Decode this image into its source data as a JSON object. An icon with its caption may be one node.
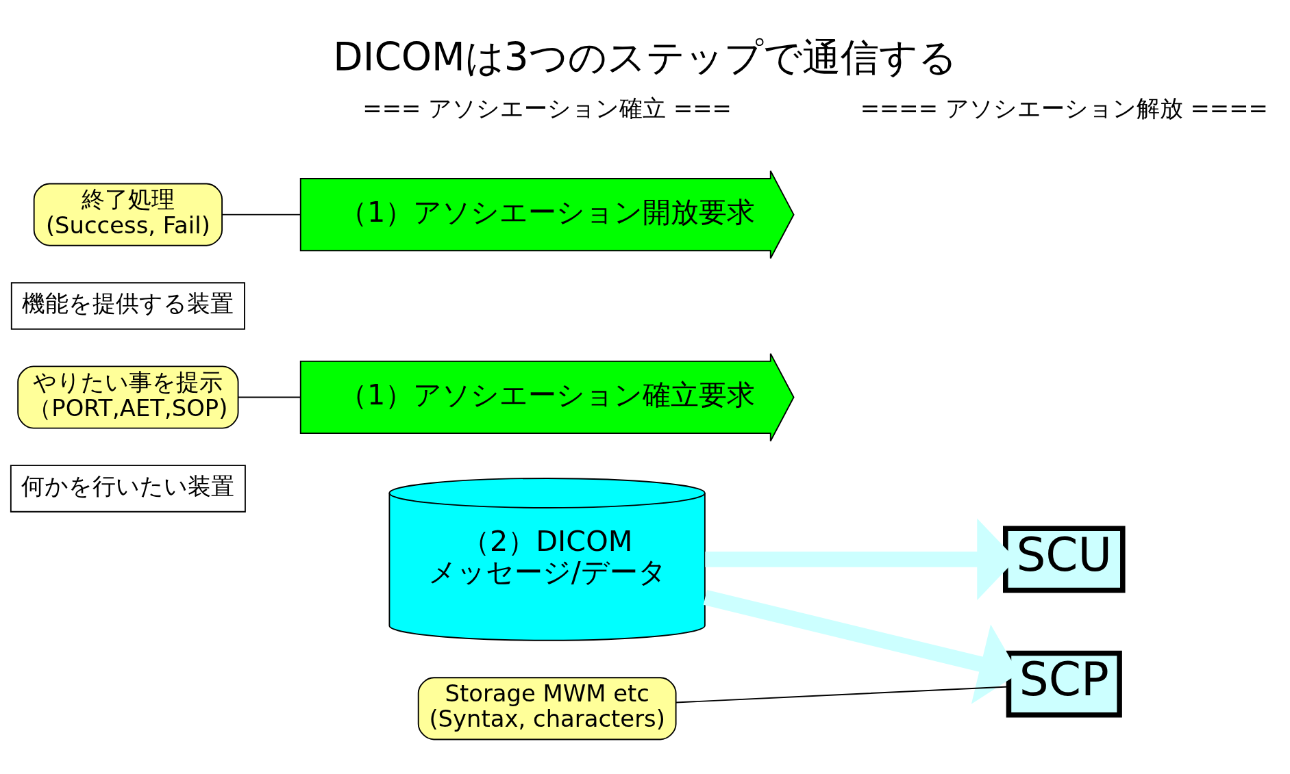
{
  "diagram": {
    "title": "DICOMは3つのステップで通信する",
    "nodes": [
      {
        "text": [
          "何かを行いたい装置"
        ]
      },
      {
        "text": [
          "SCU"
        ]
      },
      {
        "text": [
          "（1）アソシエーション確立要求"
        ]
      },
      {
        "text": [
          "やりたい事を提示",
          "（PORT,AET,SOP)"
        ]
      },
      {
        "text": [
          "（2）DICOM",
          "メッセージ/データ"
        ]
      },
      {
        "text": [
          "機能を提供する装置"
        ]
      },
      {
        "text": [
          "SCP"
        ]
      },
      {
        "text": [
          "（1）アソシエーション開放要求"
        ]
      },
      {
        "text": [
          "Storage MWM etc",
          "(Syntax, characters)"
        ]
      },
      {
        "text": [
          "終了処理",
          "(Success, Fail)"
        ]
      }
    ],
    "edges": [
      {
        "from": 4,
        "to": 1,
        "arrow": "to",
        "style": "thick",
        "color": "#ccffff"
      },
      {
        "from": 4,
        "to": 6,
        "arrow": "to",
        "style": "thick",
        "color": "#ccffff"
      },
      {
        "from": 3,
        "to": 2,
        "arrow": "none"
      },
      {
        "from": 8,
        "to": 6,
        "arrow": "none"
      },
      {
        "from": 9,
        "to": 7,
        "arrow": "none"
      }
    ],
    "labels": [
      "=== アソシエーション確立 ===",
      "==== アソシエーション解放 ===="
    ]
  }
}
